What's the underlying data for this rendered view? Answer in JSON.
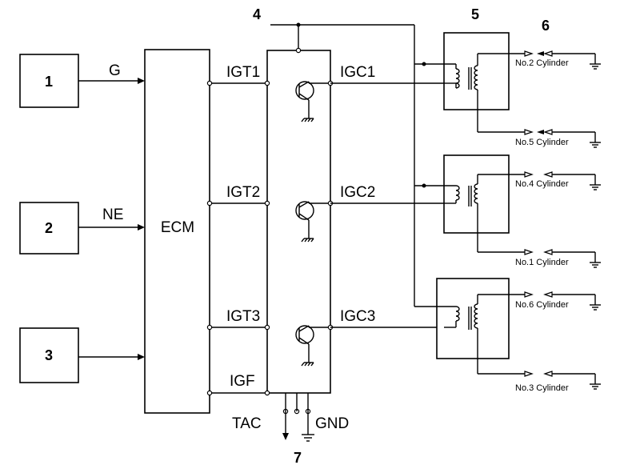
{
  "callouts": {
    "n1": "1",
    "n2": "2",
    "n3": "3",
    "n4": "4",
    "n5": "5",
    "n6": "6",
    "n7": "7"
  },
  "ecm": {
    "label": "ECM"
  },
  "signals": {
    "g": "G",
    "ne": "NE",
    "igt1": "IGT1",
    "igt2": "IGT2",
    "igt3": "IGT3",
    "igf": "IGF",
    "igc1": "IGC1",
    "igc2": "IGC2",
    "igc3": "IGC3",
    "tac": "TAC",
    "gnd": "GND"
  },
  "cylinders": {
    "c2": "No.2 Cylinder",
    "c5": "No.5 Cylinder",
    "c4": "No.4 Cylinder",
    "c1": "No.1 Cylinder",
    "c6": "No.6 Cylinder",
    "c3": "No.3 Cylinder"
  }
}
